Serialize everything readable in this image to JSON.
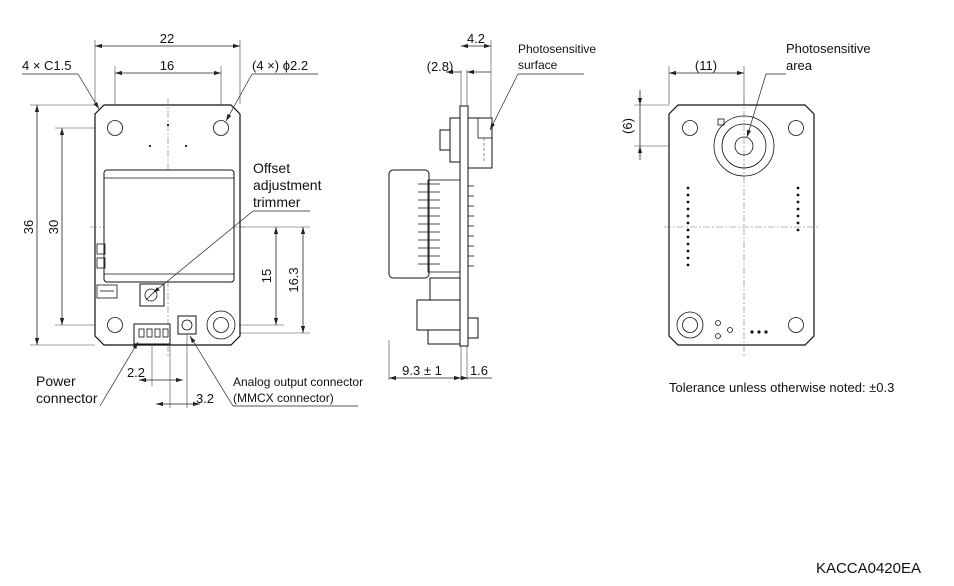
{
  "front_view": {
    "dim_width": "22",
    "dim_hole_pitch_x": "16",
    "dim_chamfer": "4 × C1.5",
    "dim_holes": "(4 ×) ϕ2.2",
    "dim_height": "36",
    "dim_hole_pitch_y": "30",
    "dim_15": "15",
    "dim_16_3": "16.3",
    "dim_2_2": "2.2",
    "dim_3_2": "3.2",
    "label_offset_trimmer": [
      "Offset",
      "adjustment",
      "trimmer"
    ],
    "label_power_connector": [
      "Power",
      "connector"
    ],
    "label_analog_output": [
      "Analog output connector",
      "(MMCX connector)"
    ]
  },
  "side_view": {
    "dim_4_2": "4.2",
    "dim_2_8": "(2.8)",
    "dim_9_3": "9.3 ± 1",
    "dim_1_6": "1.6",
    "label_photosensitive_surface": [
      "Photosensitive",
      "surface"
    ]
  },
  "back_view": {
    "dim_11": "(11)",
    "dim_6": "(6)",
    "label_photosensitive_area": [
      "Photosensitive",
      "area"
    ]
  },
  "tolerance_note": "Tolerance unless otherwise noted: ±0.3",
  "drawing_id": "KACCA0420EA"
}
